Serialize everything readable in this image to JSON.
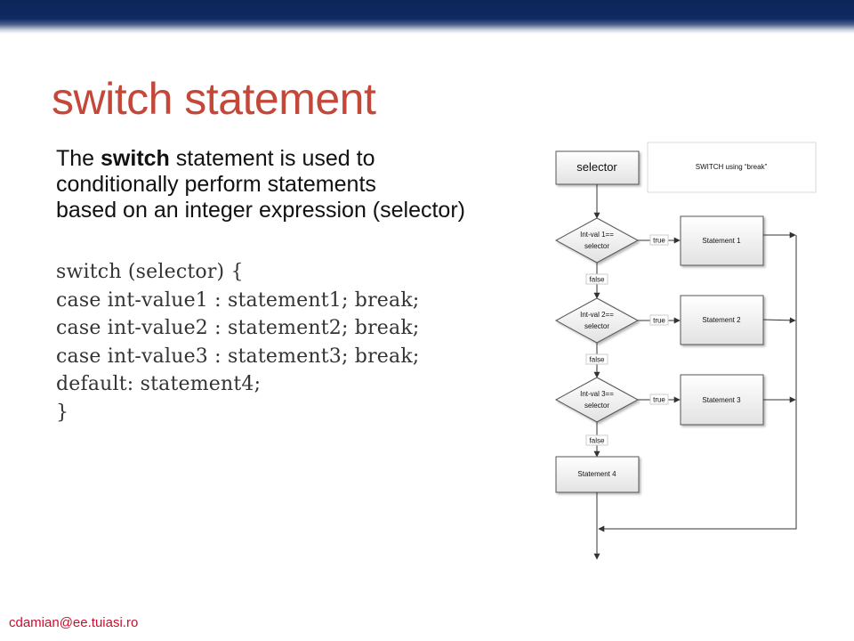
{
  "slide": {
    "title": "switch statement",
    "intro": {
      "before": "The ",
      "keyword": "switch",
      "after_line1": " statement is used to",
      "line2": "conditionally perform statements",
      "line3": "based on an integer expression (selector)"
    },
    "code_lines": [
      "switch (selector) {",
      "case int-value1 : statement1; break;",
      "case int-value2 : statement2; break;",
      "case int-value3 : statement3; break;",
      "default: statement4;",
      "}"
    ],
    "footer": "cdamian@ee.tuiasi.ro"
  },
  "flowchart": {
    "caption": "SWITCH using “break”",
    "selector_label": "selector",
    "conditions": [
      {
        "line1": "Int-val 1==",
        "line2": "selector",
        "true_label": "true",
        "statement": "Statement 1",
        "false_label": "false"
      },
      {
        "line1": "Int-val 2==",
        "line2": "selector",
        "true_label": "true",
        "statement": "Statement 2",
        "false_label": "false"
      },
      {
        "line1": "Int-val 3==",
        "line2": "selector",
        "true_label": "true",
        "statement": "Statement 3",
        "false_label": "false"
      }
    ],
    "default_statement": "Statement 4"
  }
}
